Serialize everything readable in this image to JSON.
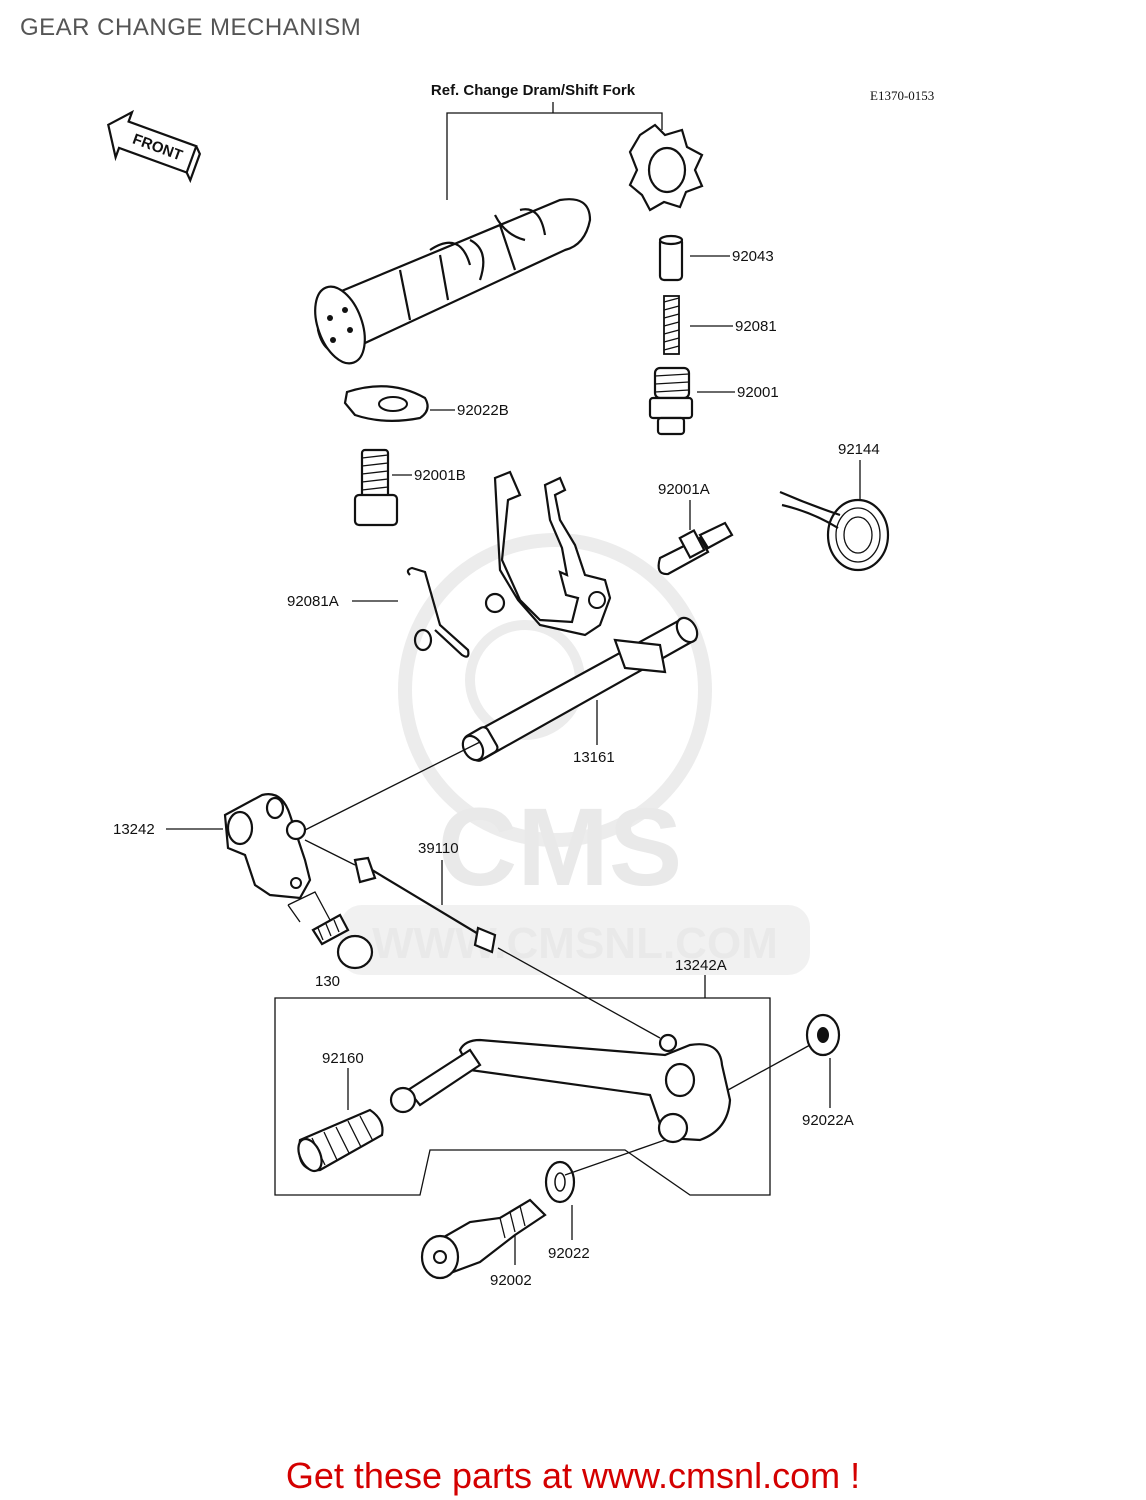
{
  "page_title": "GEAR CHANGE MECHANISM",
  "diagram": {
    "ref_code": "E1370-0153",
    "front_label": "FRONT",
    "ref_label": "Ref. Change Dram/Shift Fork",
    "watermark": {
      "brand": "CMS",
      "url": "WWW.CMSNL.COM"
    },
    "callouts": {
      "p92043": "92043",
      "p92081": "92081",
      "p92001": "92001",
      "p92022B": "92022B",
      "p92001B": "92001B",
      "p92144": "92144",
      "p92001A": "92001A",
      "p92081A": "92081A",
      "p13161": "13161",
      "p13242": "13242",
      "p39110": "39110",
      "p130": "130",
      "p13242A": "13242A",
      "p92160": "92160",
      "p92022A": "92022A",
      "p92022": "92022",
      "p92002": "92002"
    }
  },
  "footer": {
    "cta": "Get these parts at www.cmsnl.com !"
  }
}
